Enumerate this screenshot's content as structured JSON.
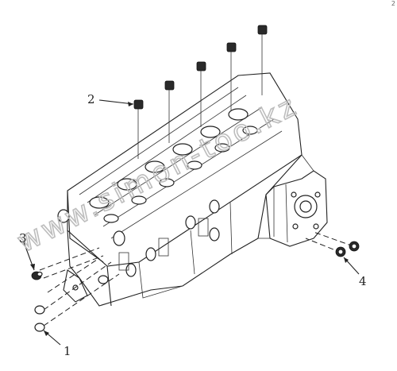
{
  "callouts": [
    {
      "label": "1"
    },
    {
      "label": "2"
    },
    {
      "label": "3"
    },
    {
      "label": "4"
    }
  ],
  "watermark": "www.simon-too.kz",
  "corner_mark": "2"
}
